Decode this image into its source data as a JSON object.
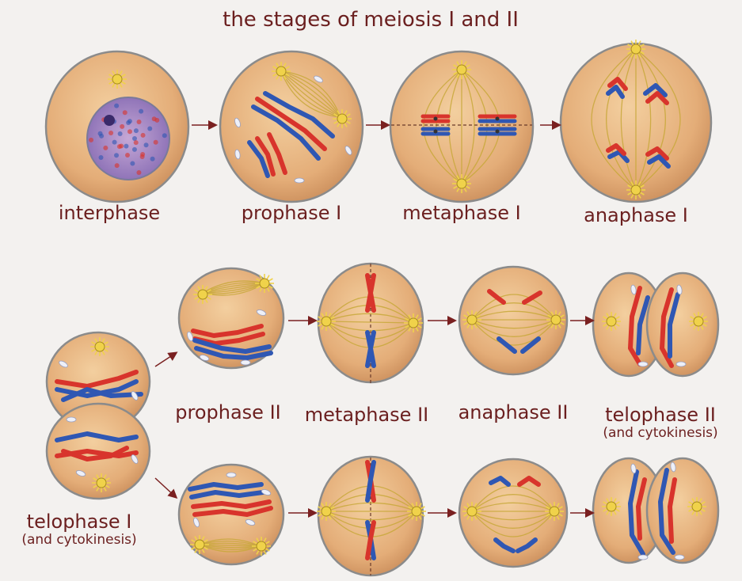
{
  "title": "the stages of meiosis I and II",
  "labels": {
    "interphase": "interphase",
    "prophase_1": "prophase I",
    "metaphase_1": "metaphase I",
    "anaphase_1": "anaphase I",
    "telophase_1": "telophase I",
    "telophase_1_note": "(and cytokinesis)",
    "prophase_2": "prophase II",
    "metaphase_2": "metaphase II",
    "anaphase_2": "anaphase II",
    "telophase_2": "telophase II",
    "telophase_2_note": "(and cytokinesis)"
  },
  "colors": {
    "cell_fill": "#e9b886",
    "cell_edge": "#8b8b8b",
    "chromosome_maternal": "#d8342c",
    "chromosome_paternal": "#2f57b3",
    "spindle": "#c8a83a",
    "centrosome": "#f0d24a",
    "arrow": "#7a2020",
    "label": "#6b1f1f",
    "background": "#f3f1ef",
    "nucleus": "#8e7bbd"
  }
}
